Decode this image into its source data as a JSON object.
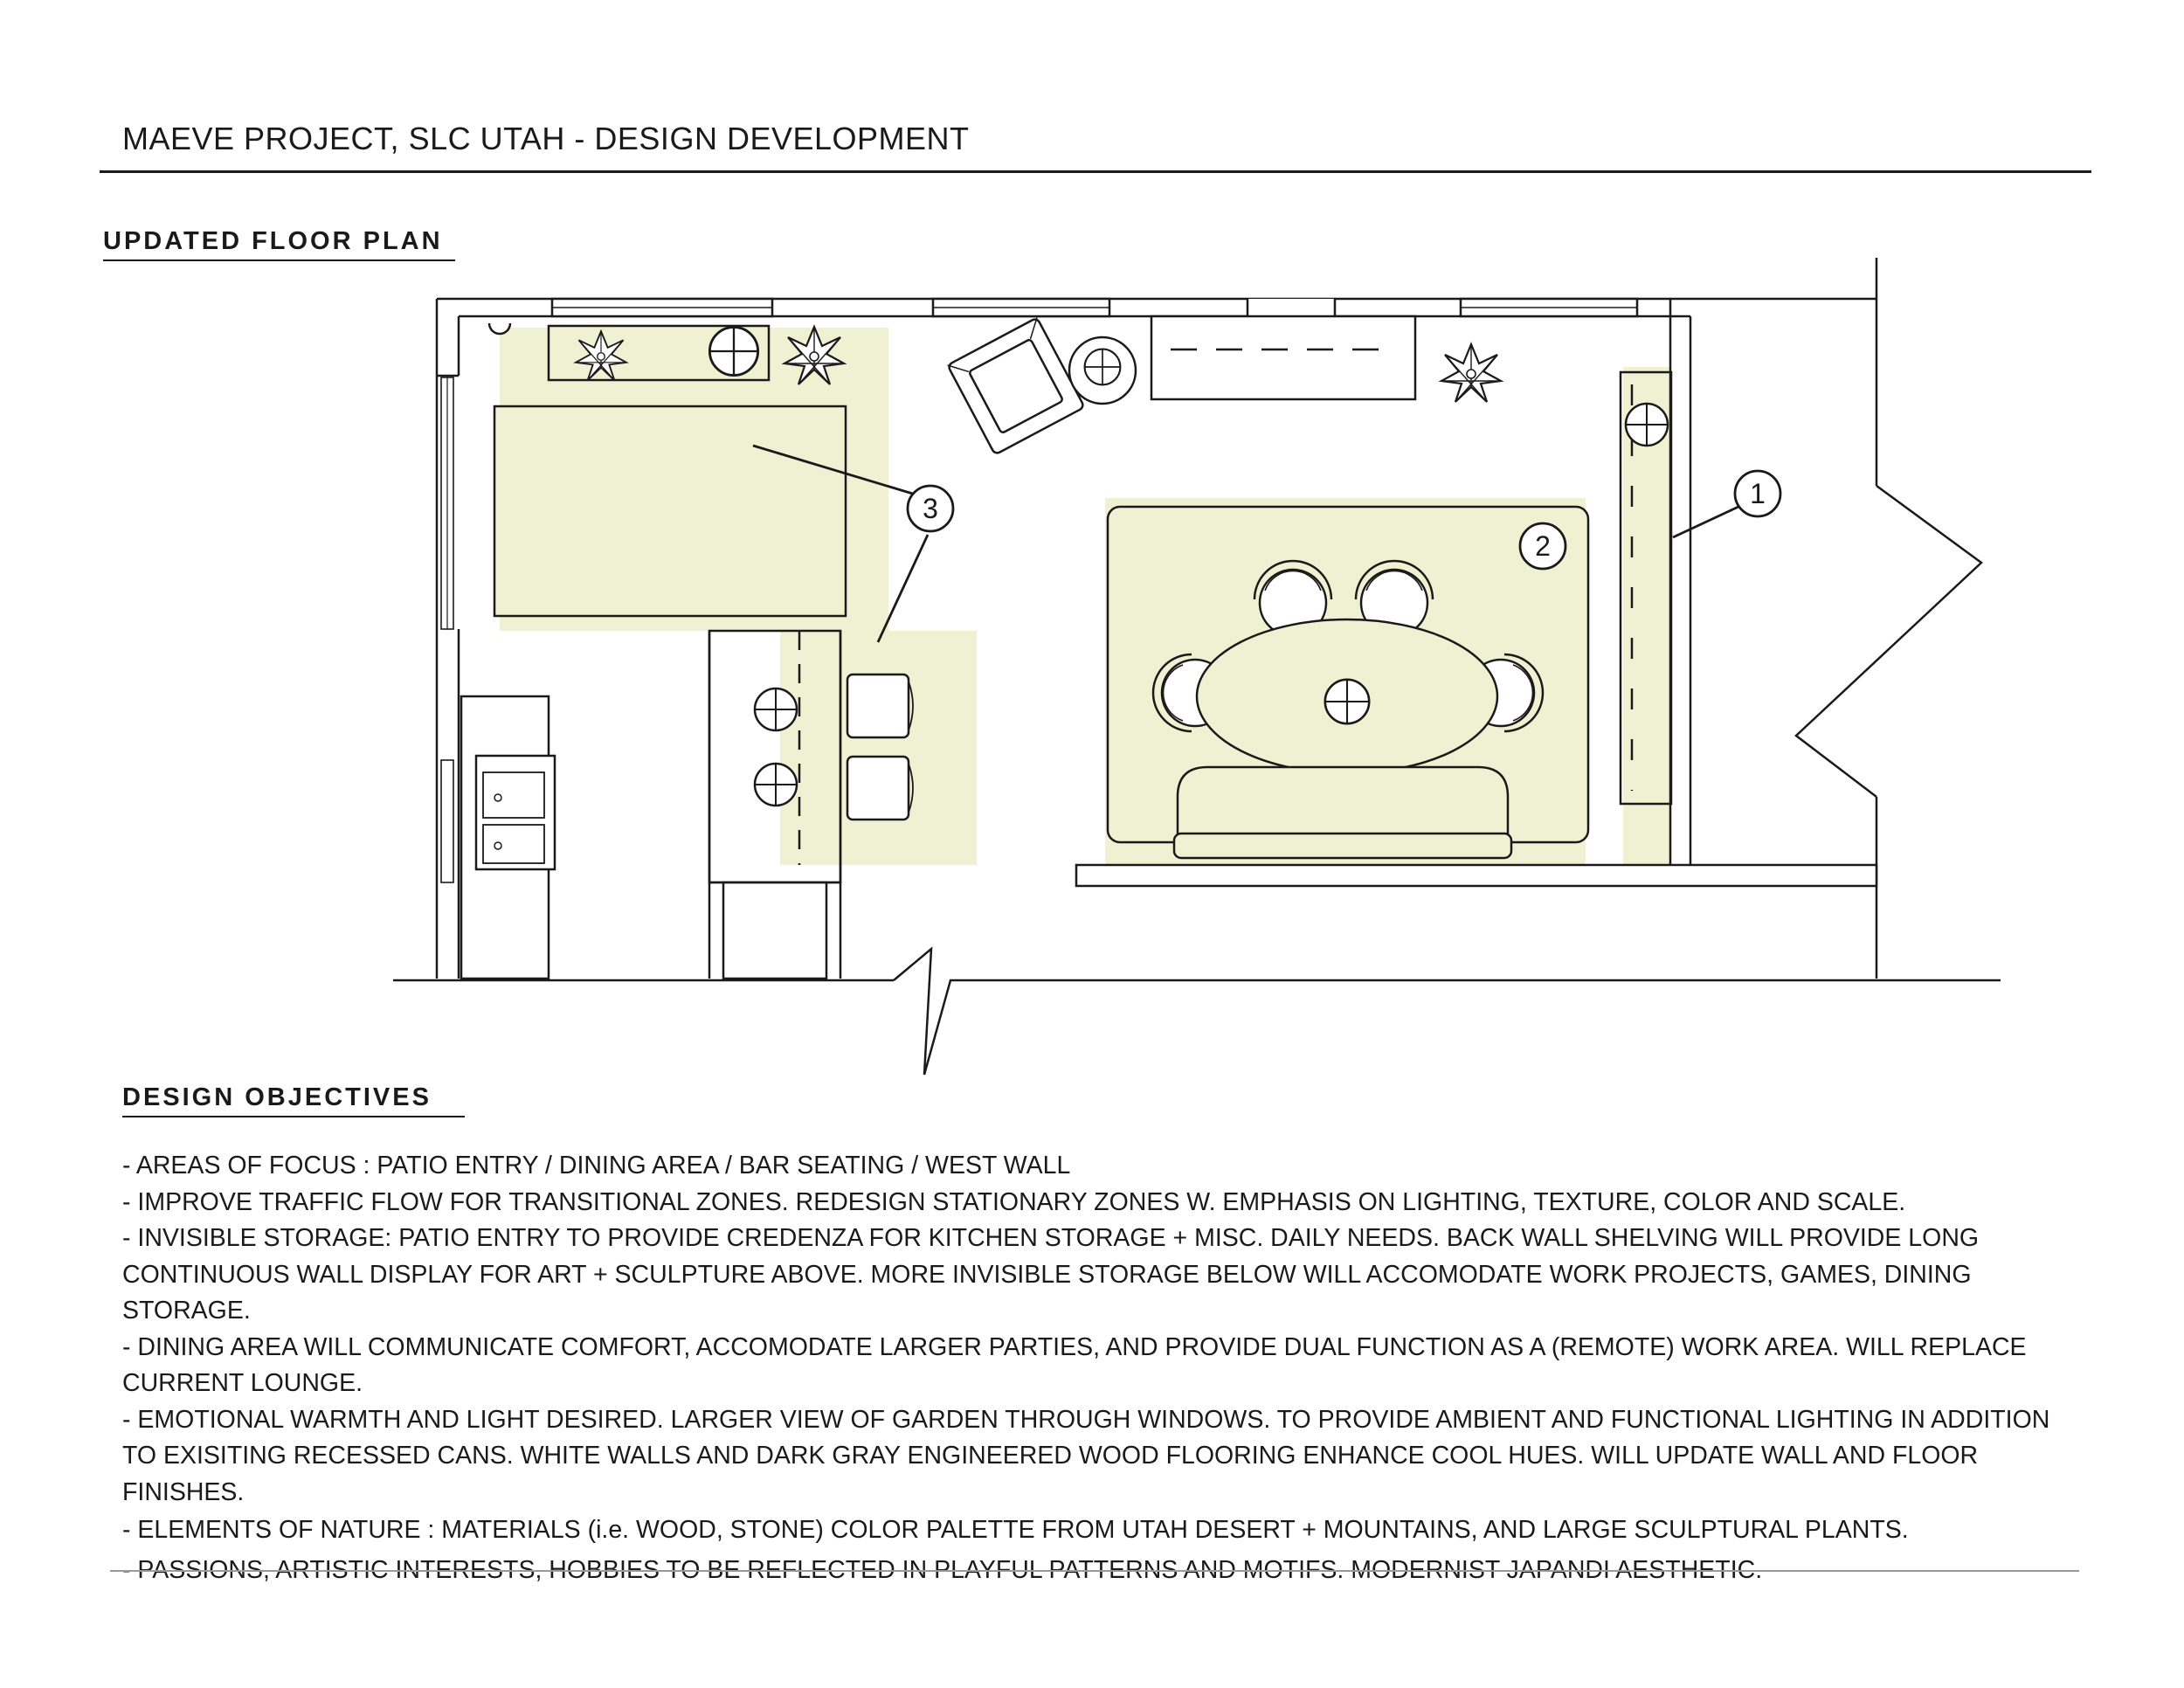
{
  "header": {
    "title": "MAEVE PROJECT, SLC UTAH -  DESIGN DEVELOPMENT"
  },
  "floor_plan": {
    "heading": "UPDATED FLOOR PLAN",
    "zone_fill_color": "#f0f1d2",
    "line_color": "#1a1a1a",
    "callouts": [
      {
        "label": "1"
      },
      {
        "label": "2"
      },
      {
        "label": "3"
      }
    ],
    "icons": [
      "plant-icon",
      "lamp-icon",
      "armchair-icon",
      "side-table-icon",
      "sofa-icon",
      "sink-icon",
      "stool-icon",
      "dining-chair-icon",
      "dining-table-icon",
      "banquette-icon",
      "credenza-icon",
      "light-fixture-icon"
    ]
  },
  "objectives": {
    "heading": "DESIGN OBJECTIVES",
    "items": [
      "-  AREAS OF FOCUS :  PATIO ENTRY /  DINING AREA / BAR SEATING / WEST WALL",
      "- IMPROVE TRAFFIC FLOW FOR TRANSITIONAL ZONES.  REDESIGN STATIONARY ZONES W. EMPHASIS ON LIGHTING, TEXTURE, COLOR AND SCALE.",
      "- INVISIBLE STORAGE: PATIO ENTRY TO PROVIDE CREDENZA FOR KITCHEN STORAGE + MISC. DAILY NEEDS. BACK WALL SHELVING WILL PROVIDE LONG CONTINUOUS WALL DISPLAY FOR ART + SCULPTURE ABOVE. MORE INVISIBLE STORAGE BELOW WILL ACCOMODATE WORK PROJECTS, GAMES, DINING STORAGE.",
      "- DINING AREA WILL COMMUNICATE COMFORT,  ACCOMODATE LARGER PARTIES, AND PROVIDE DUAL FUNCTION AS A (REMOTE) WORK AREA. WILL REPLACE CURRENT LOUNGE.",
      "- EMOTIONAL WARMTH AND LIGHT DESIRED. LARGER VIEW OF GARDEN THROUGH WINDOWS. TO PROVIDE AMBIENT AND FUNCTIONAL LIGHTING IN ADDITION TO EXISITING RECESSED CANS. WHITE WALLS AND DARK GRAY ENGINEERED WOOD FLOORING ENHANCE COOL HUES. WILL UPDATE WALL AND FLOOR FINISHES.",
      "- ELEMENTS OF NATURE :  MATERIALS (i.e. WOOD, STONE) COLOR PALETTE FROM UTAH DESERT + MOUNTAINS, AND LARGE SCULPTURAL PLANTS.",
      "- PASSIONS, ARTISTIC INTERESTS, HOBBIES TO BE REFLECTED IN PLAYFUL PATTERNS AND MOTIFS. MODERNIST JAPANDI AESTHETIC."
    ]
  }
}
